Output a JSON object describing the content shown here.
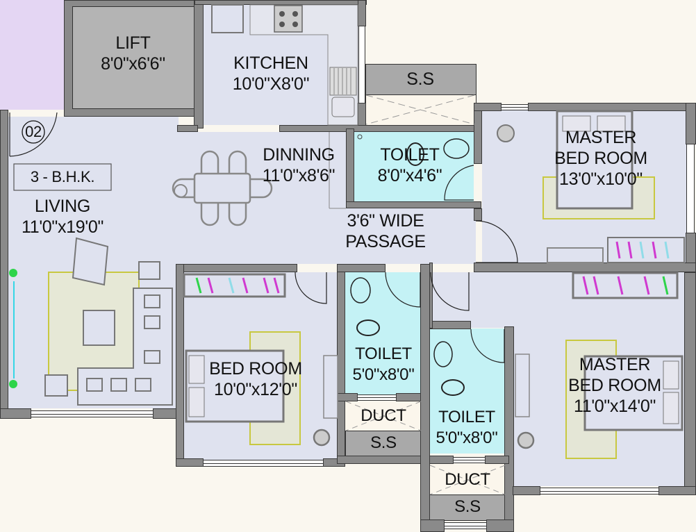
{
  "plan": {
    "unit_type": "3 - B.H.K.",
    "unit_number": "02",
    "rooms": {
      "lift": {
        "name": "LIFT",
        "size": "8'0\"x6'6\""
      },
      "kitchen": {
        "name": "KITCHEN",
        "size": "10'0\"X8'0\""
      },
      "ss_top": {
        "name": "S.S"
      },
      "dining": {
        "name": "DINNING",
        "size": "11'0\"x8'6\""
      },
      "toilet_top": {
        "name": "TOILET",
        "size": "8'0\"x4'6\""
      },
      "master_bed_1": {
        "name": "MASTER",
        "name2": "BED ROOM",
        "size": "13'0\"x10'0\""
      },
      "living": {
        "name": "LIVING",
        "size": "11'0\"x19'0\""
      },
      "passage": {
        "line1": "3'6\" WIDE",
        "line2": "PASSAGE"
      },
      "bedroom": {
        "name": "BED ROOM",
        "size": "10'0\"x12'0\""
      },
      "toilet_mid": {
        "name": "TOILET",
        "size": "5'0\"x8'0\""
      },
      "duct_mid": {
        "name": "DUCT"
      },
      "ss_mid": {
        "name": "S.S"
      },
      "toilet_right": {
        "name": "TOILET",
        "size": "5'0\"x8'0\""
      },
      "duct_right": {
        "name": "DUCT"
      },
      "ss_right": {
        "name": "S.S"
      },
      "master_bed_2": {
        "name": "MASTER",
        "name2": "BED ROOM",
        "size": "11'0\"x14'0\""
      }
    },
    "colors": {
      "floor": "#dfe2ef",
      "wet_area": "#c4f2f5",
      "wall": "#8a8a8a",
      "shaft": "#a9a9a9",
      "common_area": "#e4d6f3",
      "background": "#faf7ef",
      "rug": "#c8c840"
    }
  }
}
